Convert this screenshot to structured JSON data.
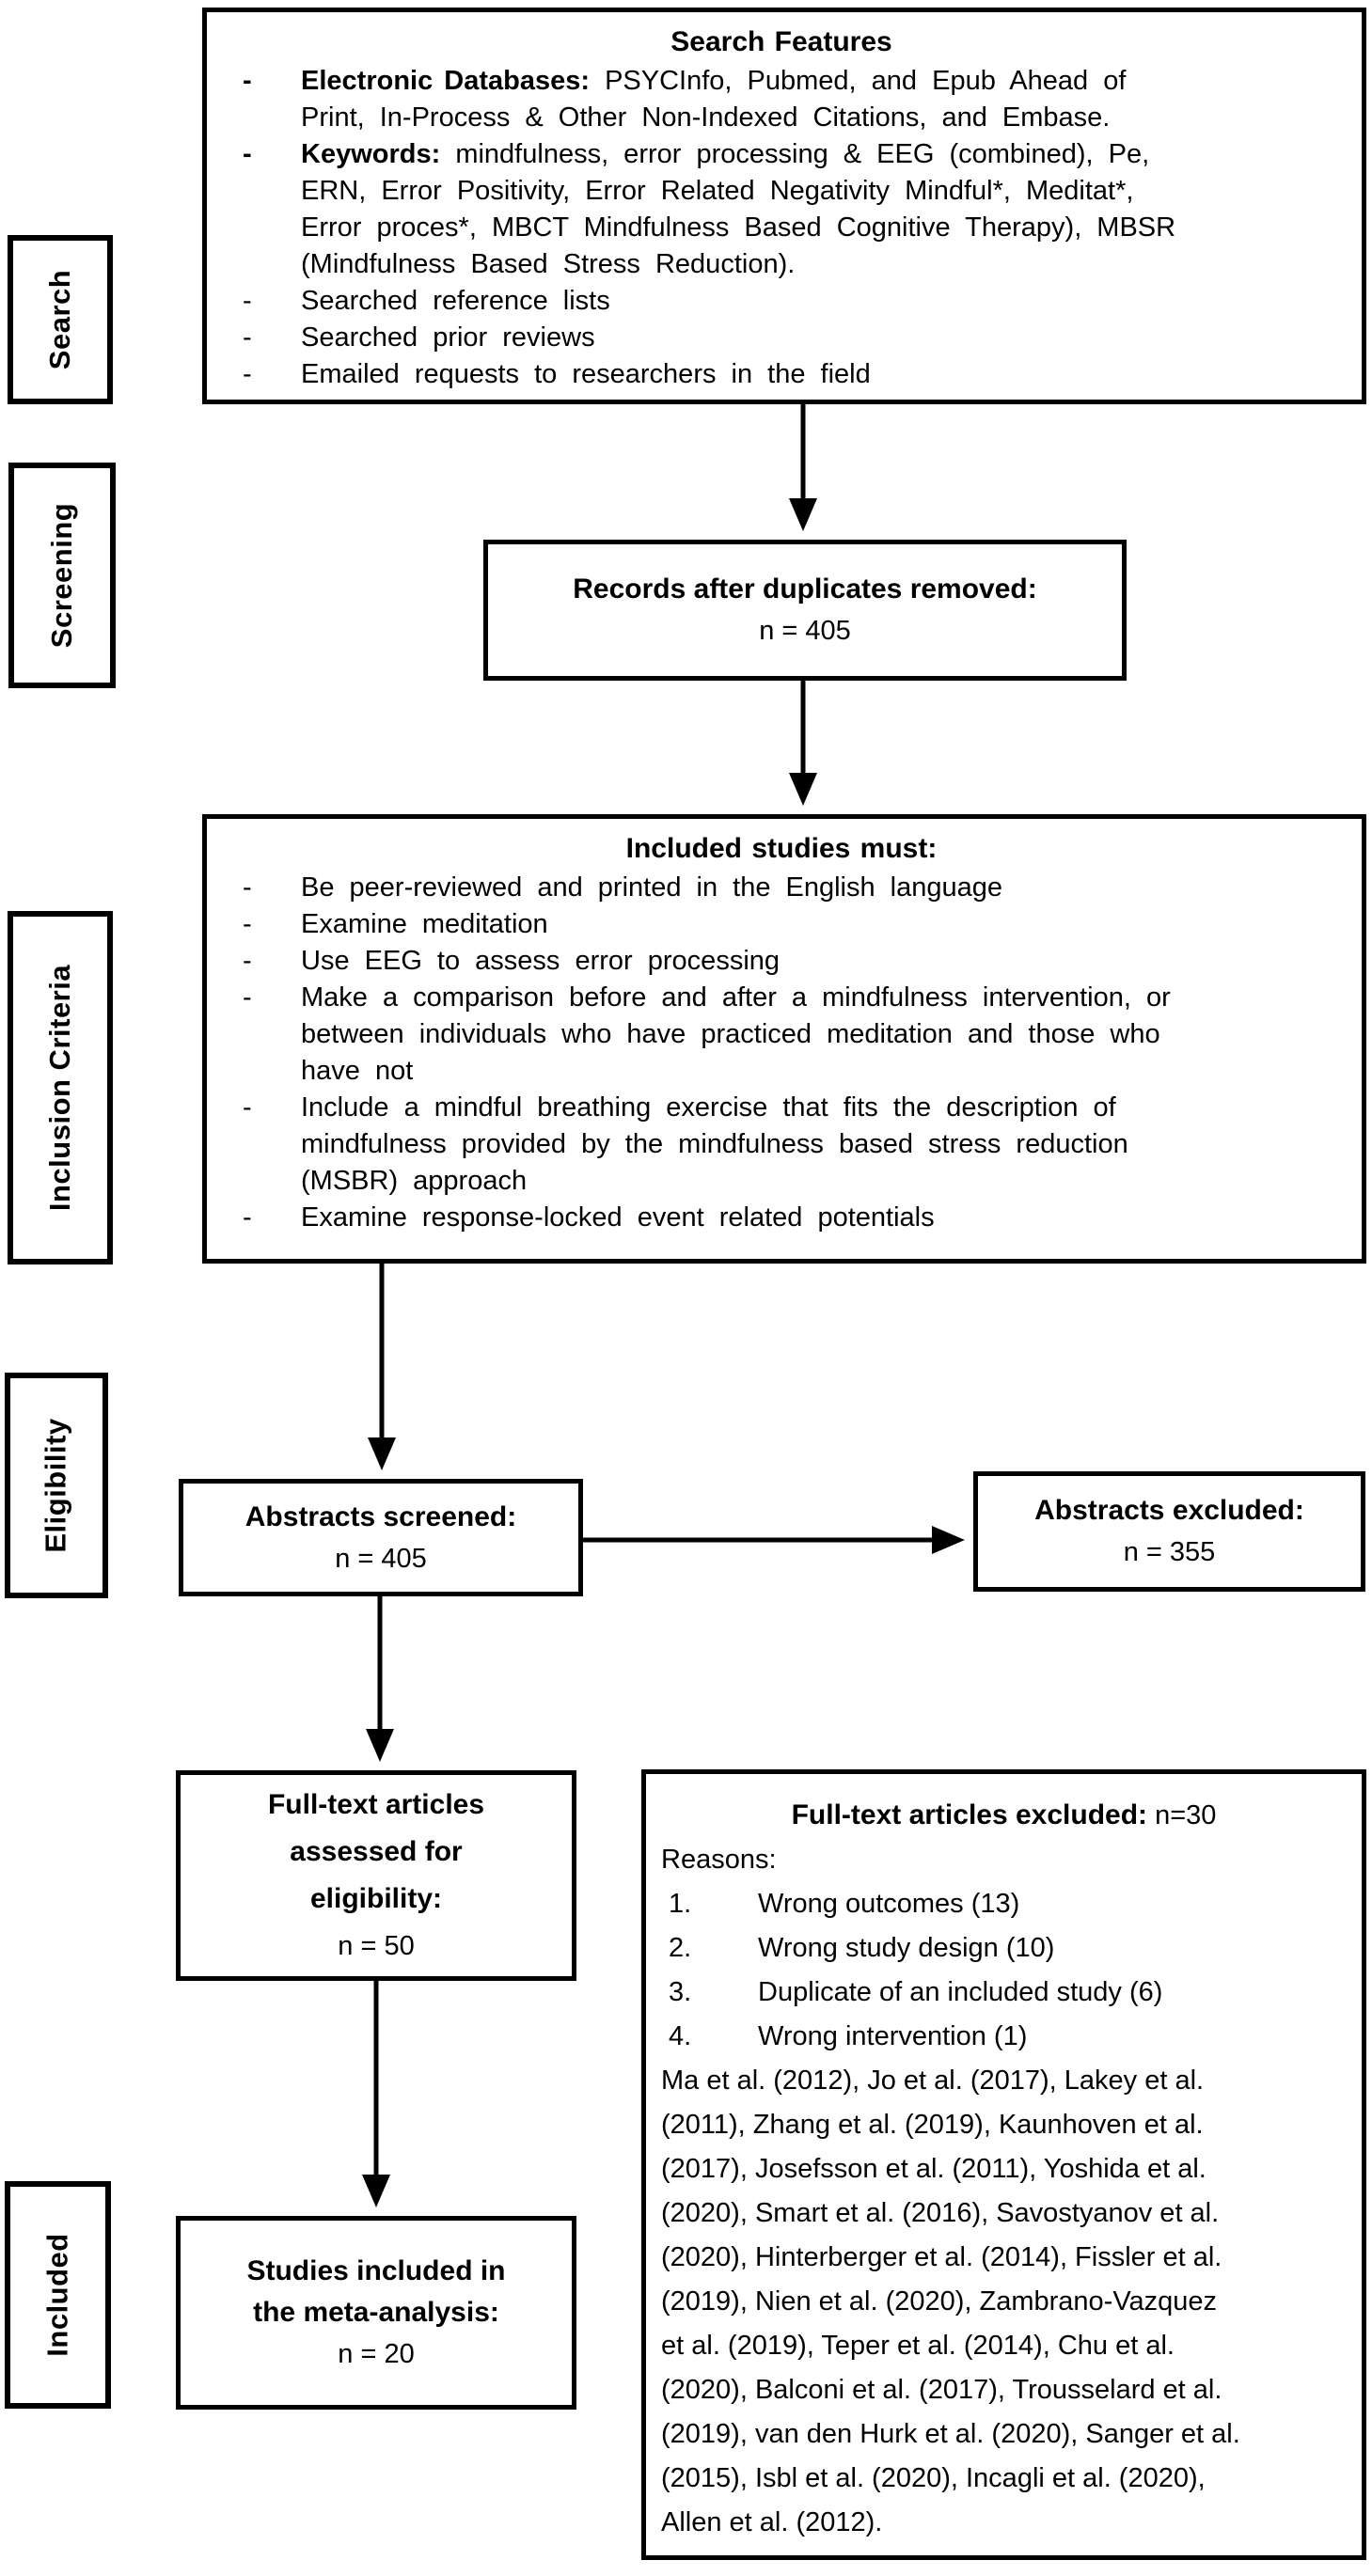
{
  "glyphs": {
    "bullet": "-"
  },
  "stages": {
    "search": "Search",
    "screening": "Screening",
    "inclusion_criteria": "Inclusion Criteria",
    "eligibility": "Eligibility",
    "included": "Included"
  },
  "search_features": {
    "title": "Search Features",
    "bullets": [
      {
        "lead": "Electronic Databases:",
        "text": "PSYCInfo, Pubmed, and Epub Ahead of\nPrint, In-Process & Other Non-Indexed Citations, and Embase."
      },
      {
        "lead": "Keywords:",
        "text": "mindfulness, error processing & EEG (combined), Pe,\nERN, Error Positivity, Error Related Negativity Mindful*, Meditat*,\nError proces*, MBCT Mindfulness Based Cognitive Therapy), MBSR\n(Mindfulness Based Stress Reduction)."
      },
      {
        "lead": "",
        "text": "Searched reference lists"
      },
      {
        "lead": "",
        "text": "Searched prior reviews"
      },
      {
        "lead": "",
        "text": "Emailed requests to researchers in the field"
      }
    ]
  },
  "records": {
    "title": "Records after duplicates removed:",
    "value": "n = 405"
  },
  "inclusion": {
    "title": "Included studies must:",
    "bullets": [
      {
        "text": "Be peer-reviewed and printed in the English language"
      },
      {
        "text": "Examine meditation"
      },
      {
        "text": "Use EEG to assess error processing"
      },
      {
        "text": "Make a comparison before and after a mindfulness intervention, or\nbetween individuals who have practiced meditation and those who\nhave not"
      },
      {
        "text": "Include a mindful breathing exercise that fits the description of\nmindfulness provided by the mindfulness based stress reduction\n(MSBR) approach"
      },
      {
        "text": "Examine response-locked event related potentials"
      }
    ]
  },
  "abstracts_screened": {
    "title": "Abstracts screened:",
    "value": "n = 405"
  },
  "abstracts_excluded": {
    "title": "Abstracts excluded:",
    "value": "n = 355"
  },
  "fulltext_assessed": {
    "title": "Full-text articles\nassessed for\neligibility:",
    "value": "n = 50"
  },
  "fulltext_excluded": {
    "title_lead": "Full-text articles excluded:",
    "title_value": "n=30",
    "reasons_label": "Reasons:",
    "reasons": [
      {
        "num": "1.",
        "text": "Wrong outcomes (13)"
      },
      {
        "num": "2.",
        "text": "Wrong study design (10)"
      },
      {
        "num": "3.",
        "text": "Duplicate of an included study (6)"
      },
      {
        "num": "4.",
        "text": "Wrong intervention  (1)"
      }
    ],
    "citations": "Ma et al. (2012), Jo et al. (2017), Lakey et al.\n(2011), Zhang et al. (2019), Kaunhoven et al.\n(2017), Josefsson et al. (2011), Yoshida et al.\n(2020), Smart et al. (2016), Savostyanov et al.\n(2020), Hinterberger et al. (2014), Fissler et al.\n(2019), Nien et al. (2020), Zambrano-Vazquez\net al. (2019), Teper et al. (2014), Chu et al.\n(2020), Balconi et al. (2017), Trousselard et al.\n(2019), van den Hurk et al. (2020), Sanger et al.\n(2015), Isbl et al. (2020), Incagli et al. (2020),\nAllen et al. (2012)."
  },
  "studies_included": {
    "title": "Studies included in\nthe meta-analysis:",
    "value": "n = 20"
  }
}
